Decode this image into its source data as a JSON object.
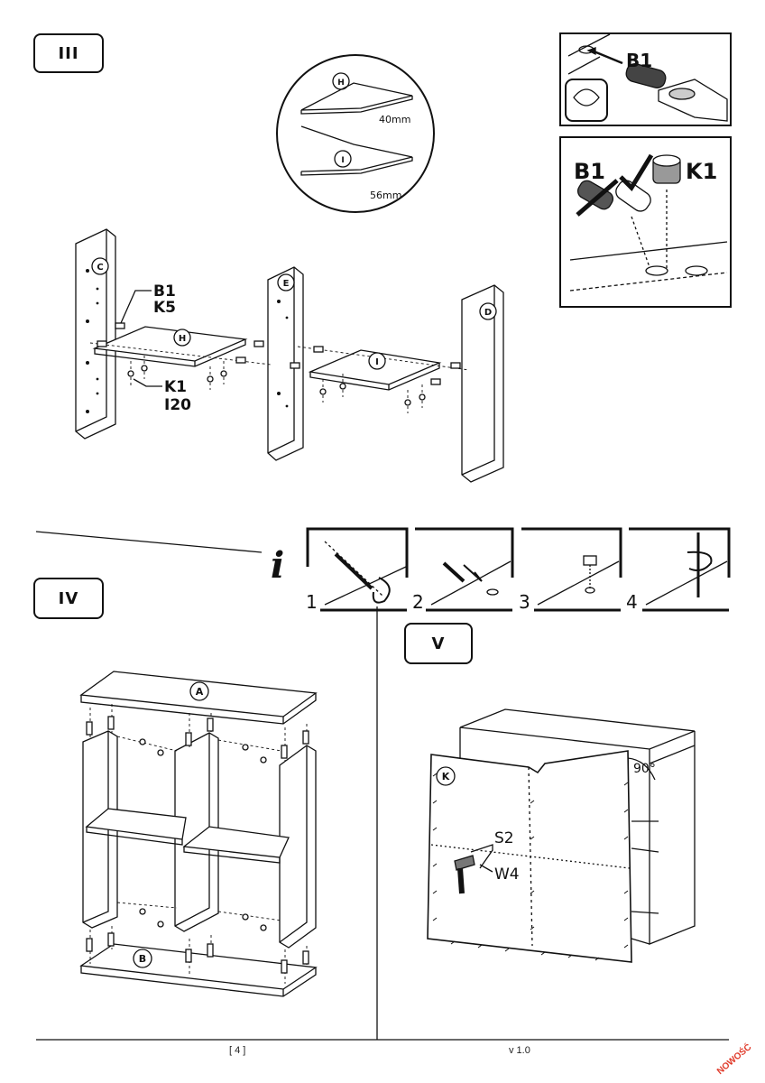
{
  "steps": {
    "s3": "III",
    "s4": "IV",
    "s5": "V"
  },
  "detail": {
    "shelf_h": "H",
    "h_dim": "40mm",
    "shelf_i": "I",
    "i_dim": "56mm"
  },
  "parts": {
    "c": "C",
    "e": "E",
    "d": "D",
    "h": "H",
    "i": "I",
    "a": "A",
    "b": "B",
    "k": "K",
    "b1": "B1",
    "k5": "K5",
    "k1": "K1",
    "i20": "I20",
    "s2": "S2",
    "w4": "W4"
  },
  "inset_top": {
    "b1": "B1"
  },
  "inset_bottom": {
    "b1": "B1",
    "k1": "K1"
  },
  "info": {
    "icon": "i",
    "n1": "1",
    "n2": "2",
    "n3": "3",
    "n4": "4"
  },
  "angle": "90°",
  "footer": {
    "page": "[ 4 ]",
    "version": "v 1.0"
  },
  "stamp": "NOWOŚĆ"
}
